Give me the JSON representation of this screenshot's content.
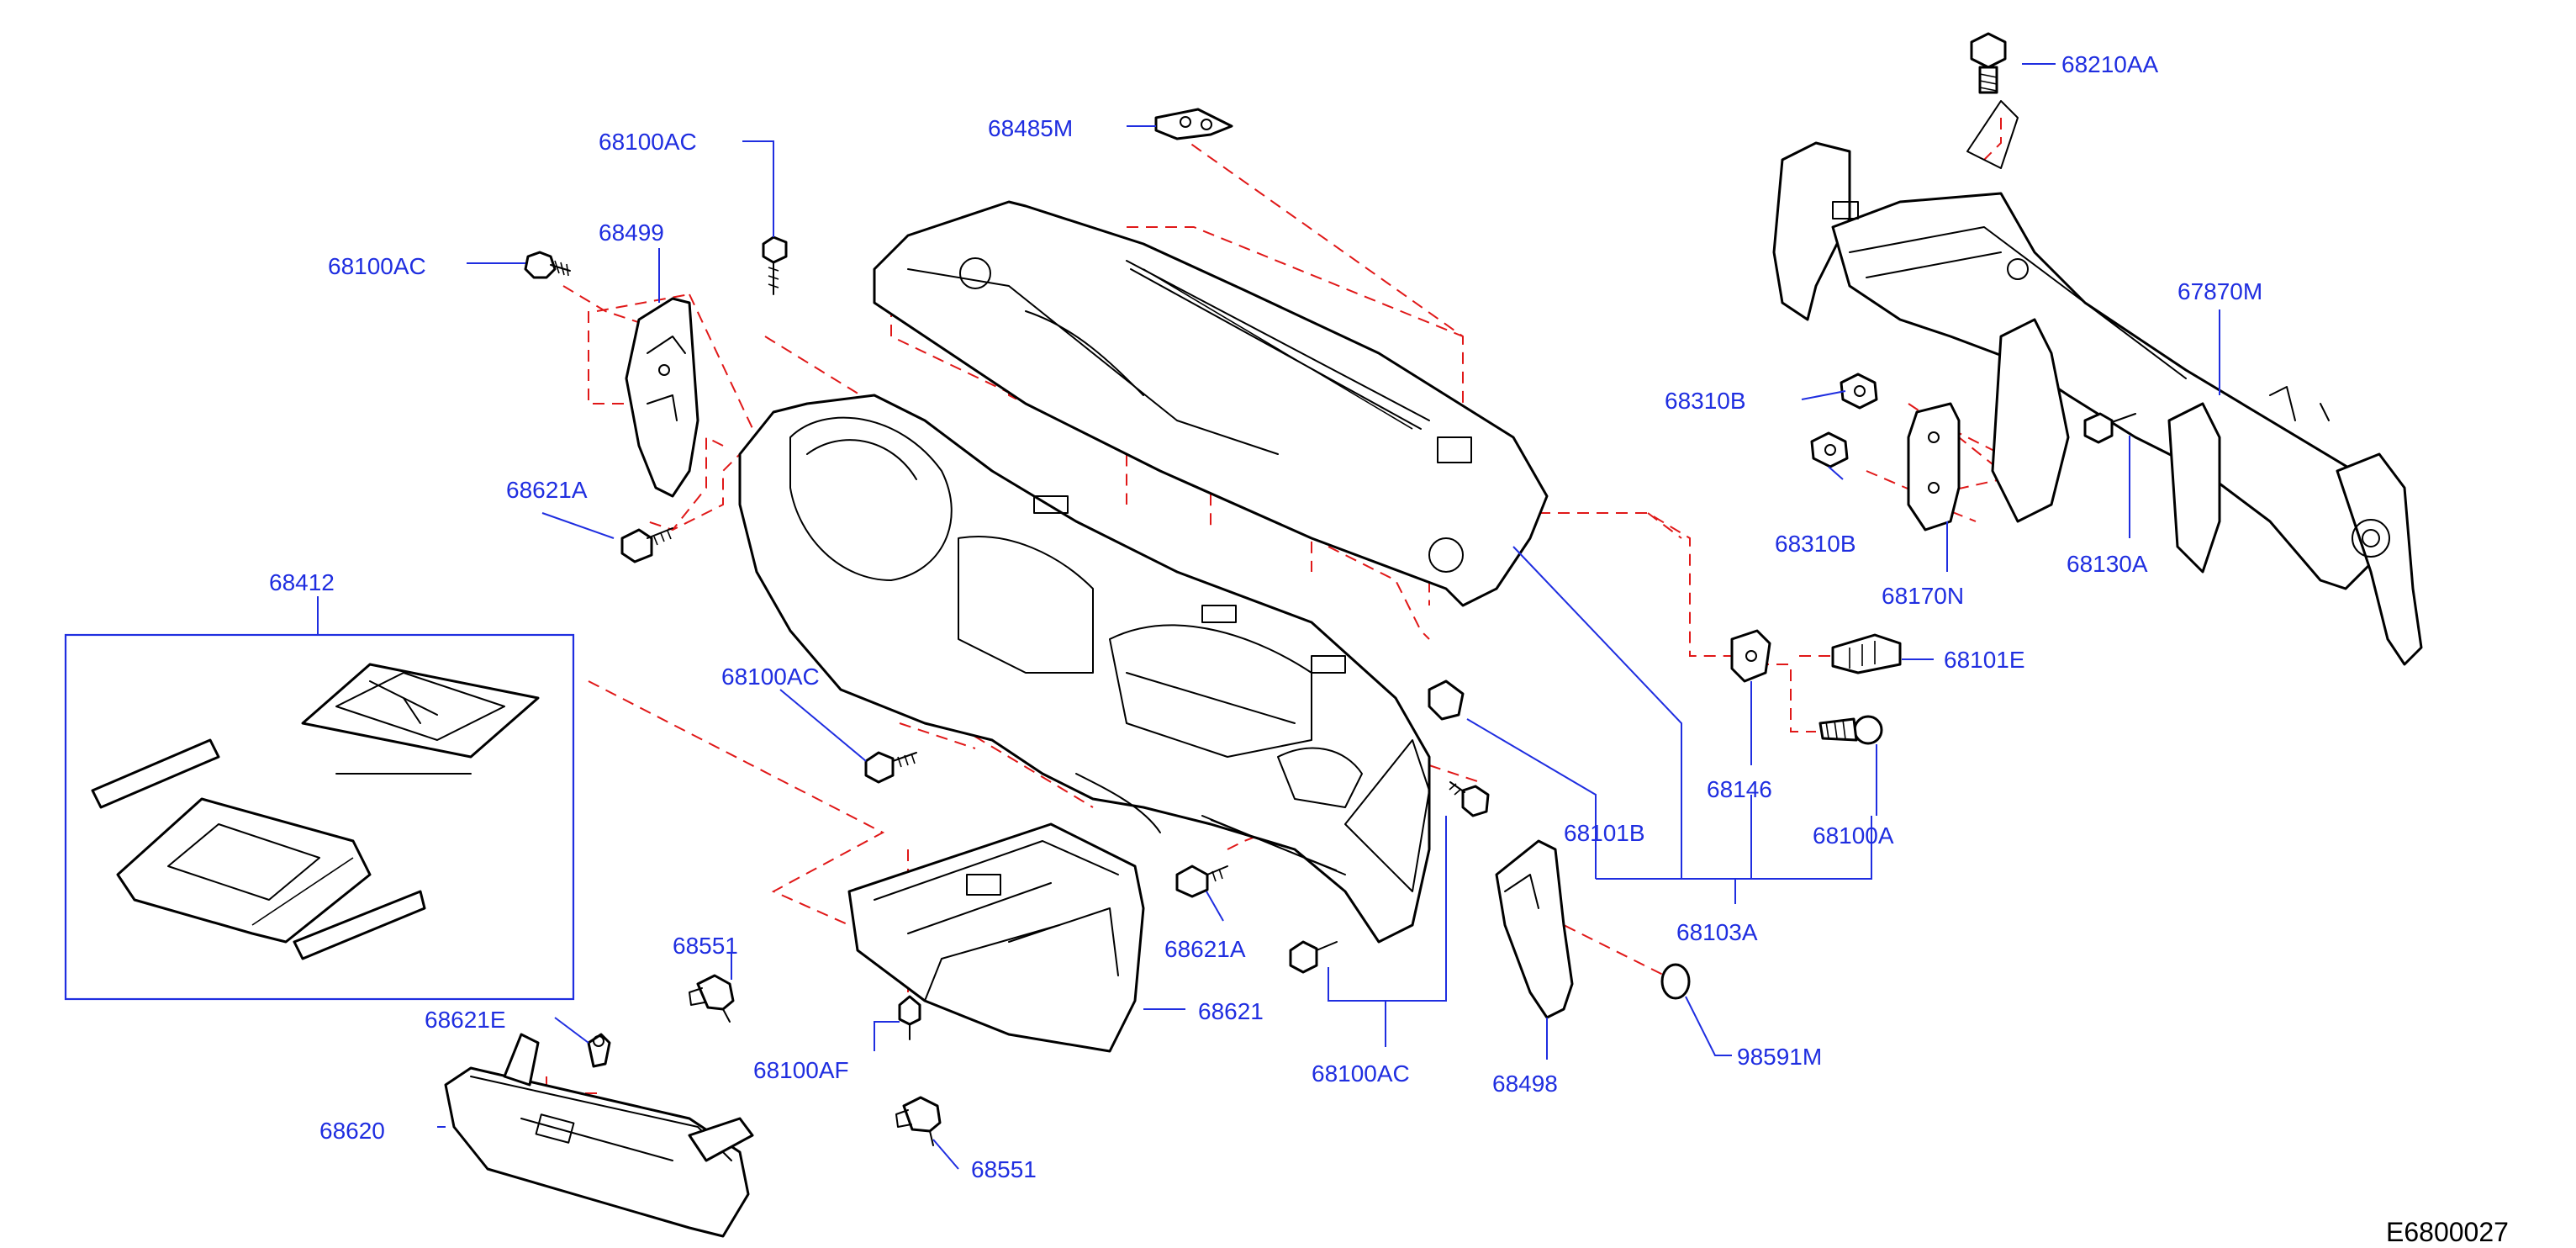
{
  "diagram": {
    "code": "E6800027",
    "parts": {
      "p68210AA": "68210AA",
      "p68485M": "68485M",
      "p68100AC_a": "68100AC",
      "p68100AC_b": "68100AC",
      "p68499": "68499",
      "p68621A_a": "68621A",
      "p67870M": "67870M",
      "p68310B_a": "68310B",
      "p68310B_b": "68310B",
      "p68130A": "68130A",
      "p68170N": "68170N",
      "p68101E": "68101E",
      "p68412": "68412",
      "p68100AC_c": "68100AC",
      "p68146": "68146",
      "p68100A": "68100A",
      "p68101B": "68101B",
      "p68103A": "68103A",
      "p68621A_b": "68621A",
      "p68551_a": "68551",
      "p68621E": "68621E",
      "p68621": "68621",
      "p68100AF": "68100AF",
      "p68100AC_d": "68100AC",
      "p68498": "68498",
      "p98591M": "98591M",
      "p68620": "68620",
      "p68551_b": "68551"
    }
  },
  "colors": {
    "label": "#1f2ee0",
    "dashed_guide": "#e01818",
    "outline": "#000000",
    "background": "#ffffff"
  }
}
